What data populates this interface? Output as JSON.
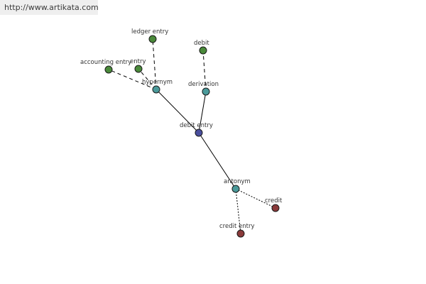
{
  "banner": {
    "url": "http://www.artikata.com"
  },
  "graph": {
    "node_colors": {
      "center": "#4a4f9e",
      "relation": "#4a9a9a",
      "green": "#4a8a3a",
      "red": "#8a3a3a"
    },
    "nodes": [
      {
        "id": "debit-entry",
        "label": "debit entry",
        "kind": "center"
      },
      {
        "id": "hypernym",
        "label": "hypernym",
        "kind": "relation"
      },
      {
        "id": "derivation",
        "label": "derivation",
        "kind": "relation"
      },
      {
        "id": "antonym",
        "label": "antonym",
        "kind": "relation"
      },
      {
        "id": "ledger-entry",
        "label": "ledger entry",
        "kind": "green"
      },
      {
        "id": "entry",
        "label": "entry",
        "kind": "green"
      },
      {
        "id": "accounting-entry",
        "label": "accounting entry",
        "kind": "green"
      },
      {
        "id": "debit",
        "label": "debit",
        "kind": "green"
      },
      {
        "id": "credit",
        "label": "credit",
        "kind": "red"
      },
      {
        "id": "credit-entry",
        "label": "credit entry",
        "kind": "red"
      }
    ],
    "edges": [
      {
        "from": "debit-entry",
        "to": "hypernym",
        "style": "solid"
      },
      {
        "from": "debit-entry",
        "to": "derivation",
        "style": "solid"
      },
      {
        "from": "debit-entry",
        "to": "antonym",
        "style": "solid"
      },
      {
        "from": "hypernym",
        "to": "ledger-entry",
        "style": "dashed"
      },
      {
        "from": "hypernym",
        "to": "entry",
        "style": "dashed"
      },
      {
        "from": "hypernym",
        "to": "accounting-entry",
        "style": "dashed"
      },
      {
        "from": "derivation",
        "to": "debit",
        "style": "dashed"
      },
      {
        "from": "antonym",
        "to": "credit",
        "style": "dotted"
      },
      {
        "from": "antonym",
        "to": "credit-entry",
        "style": "dotted"
      }
    ]
  }
}
